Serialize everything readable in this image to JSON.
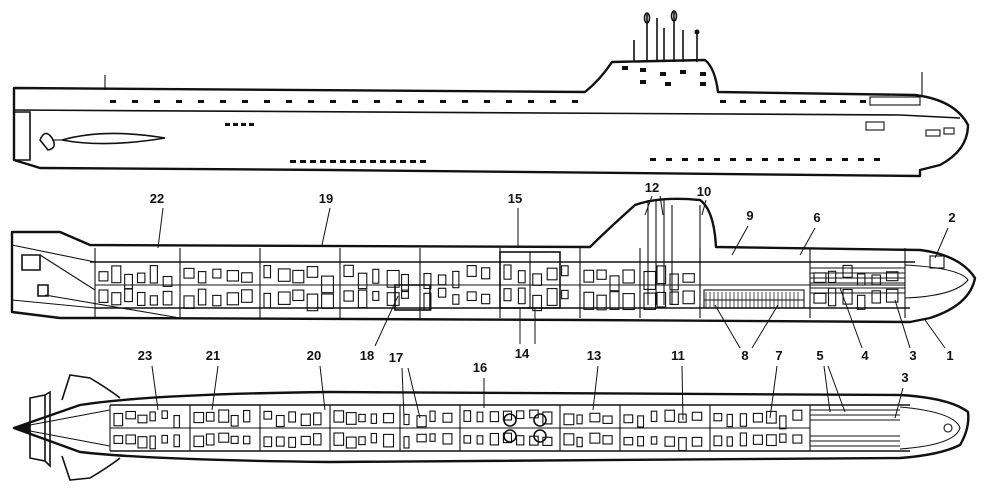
{
  "callouts": [
    {
      "id": "1",
      "label": "1"
    },
    {
      "id": "2",
      "label": "2"
    },
    {
      "id": "3a",
      "label": "3"
    },
    {
      "id": "3b",
      "label": "3"
    },
    {
      "id": "4",
      "label": "4"
    },
    {
      "id": "5",
      "label": "5"
    },
    {
      "id": "6",
      "label": "6"
    },
    {
      "id": "7",
      "label": "7"
    },
    {
      "id": "8",
      "label": "8"
    },
    {
      "id": "9",
      "label": "9"
    },
    {
      "id": "10",
      "label": "10"
    },
    {
      "id": "11",
      "label": "11"
    },
    {
      "id": "12",
      "label": "12"
    },
    {
      "id": "13",
      "label": "13"
    },
    {
      "id": "14",
      "label": "14"
    },
    {
      "id": "15",
      "label": "15"
    },
    {
      "id": "16",
      "label": "16"
    },
    {
      "id": "17",
      "label": "17"
    },
    {
      "id": "18",
      "label": "18"
    },
    {
      "id": "19",
      "label": "19"
    },
    {
      "id": "20",
      "label": "20"
    },
    {
      "id": "21",
      "label": "21"
    },
    {
      "id": "22",
      "label": "22"
    },
    {
      "id": "23",
      "label": "23"
    }
  ],
  "colors": {
    "ink": "#111111",
    "paper": "#ffffff"
  },
  "views": {
    "profile": {
      "name": "side-profile-view"
    },
    "section": {
      "name": "longitudinal-section-view"
    },
    "plan": {
      "name": "plan-section-view"
    }
  }
}
